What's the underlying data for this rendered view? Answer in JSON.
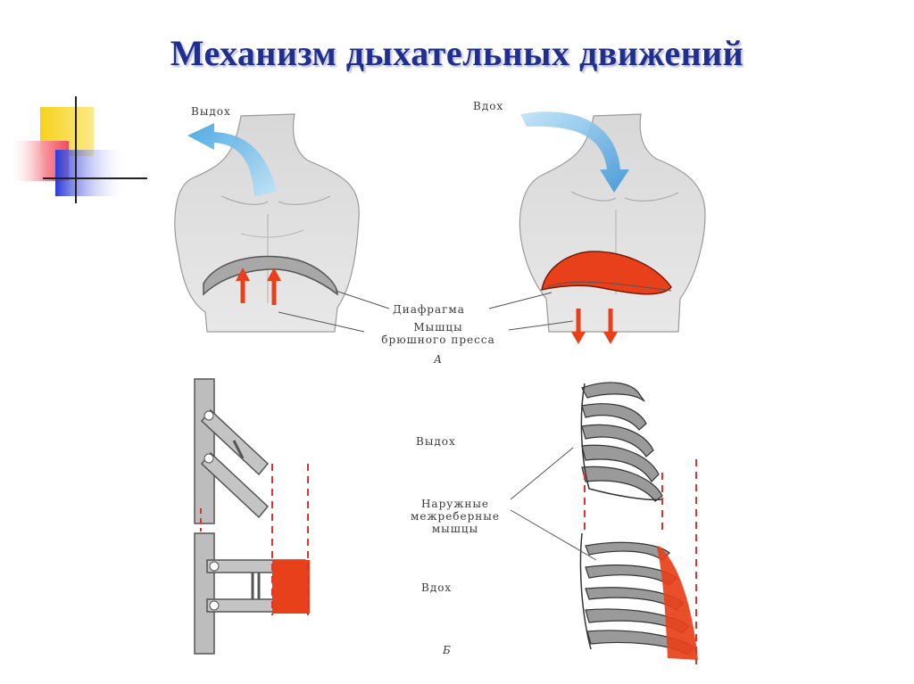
{
  "slide": {
    "title": "Механизм дыхательных движений"
  },
  "figure": {
    "top_left_label": "Выдох",
    "top_right_label": "Вдох",
    "diaphragm_label": "Диафрагма",
    "abdominal_label_line1": "Мышцы",
    "abdominal_label_line2": "брюшного пресса",
    "panel_a_letter": "А",
    "exhale_label": "Выдох",
    "intercostal_label_line1": "Наружные",
    "intercostal_label_line2": "межреберные",
    "intercostal_label_line3": "мышцы",
    "inhale_label": "Вдох",
    "panel_b_letter": "Б"
  },
  "colors": {
    "title": "#1f2f8f",
    "muscle_red": "#e8401a",
    "airflow_blue": "#4aa8e0",
    "body_gray": "#c9c9c9",
    "deco_yellow": "#f7d21a",
    "deco_red": "#f04a5a",
    "deco_blue": "#2a3ad8"
  }
}
